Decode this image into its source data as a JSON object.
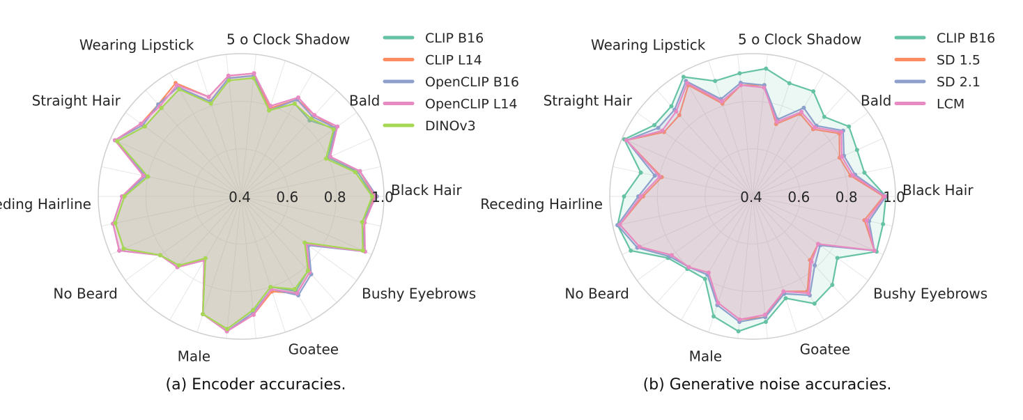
{
  "chart_data": [
    {
      "type": "radar",
      "caption": "(a) Encoder accuracies.",
      "categories": [
        "Black Hair",
        "Bald",
        "5 o Clock Shadow",
        "Wearing Lipstick",
        "Straight Hair",
        "Receding Hairline",
        "No Beard",
        "Male",
        "Goatee",
        "Bushy Eyebrows"
      ],
      "radial_ticks": [
        "0.4",
        "0.6",
        "0.8",
        "1.0"
      ],
      "rlim": [
        0.4,
        1.0
      ],
      "grid": true,
      "legend_position": "upper-right",
      "series": [
        {
          "name": "CLIP B16",
          "color": "#66c2a5",
          "values": [
            0.955,
            0.9,
            0.8,
            0.885,
            0.83,
            0.85,
            0.78,
            0.91,
            0.9,
            0.82,
            0.92,
            0.9,
            0.9,
            0.97,
            0.8,
            0.89,
            0.94,
            0.94,
            0.82,
            0.79,
            0.7,
            0.92,
            0.96,
            0.88,
            0.8,
            0.86,
            0.82,
            0.74,
            0.96,
            0.92
          ]
        },
        {
          "name": "CLIP L14",
          "color": "#fc8d62",
          "values": [
            0.96,
            0.91,
            0.81,
            0.89,
            0.86,
            0.87,
            0.79,
            0.92,
            0.91,
            0.84,
            0.95,
            0.92,
            0.92,
            0.98,
            0.82,
            0.9,
            0.95,
            0.96,
            0.82,
            0.8,
            0.71,
            0.92,
            0.97,
            0.9,
            0.82,
            0.87,
            0.83,
            0.74,
            0.96,
            0.93
          ]
        },
        {
          "name": "OpenCLIP B16",
          "color": "#8da0cb",
          "values": [
            0.97,
            0.91,
            0.81,
            0.89,
            0.85,
            0.87,
            0.78,
            0.91,
            0.9,
            0.82,
            0.93,
            0.92,
            0.91,
            0.98,
            0.81,
            0.9,
            0.95,
            0.96,
            0.82,
            0.8,
            0.71,
            0.92,
            0.97,
            0.89,
            0.81,
            0.88,
            0.84,
            0.75,
            0.97,
            0.92
          ]
        },
        {
          "name": "OpenCLIP L14",
          "color": "#e78ac3",
          "values": [
            0.965,
            0.91,
            0.81,
            0.9,
            0.86,
            0.88,
            0.8,
            0.92,
            0.91,
            0.84,
            0.94,
            0.91,
            0.92,
            0.98,
            0.82,
            0.9,
            0.95,
            0.96,
            0.82,
            0.8,
            0.71,
            0.92,
            0.97,
            0.9,
            0.81,
            0.87,
            0.83,
            0.74,
            0.97,
            0.93
          ]
        },
        {
          "name": "DINOv3",
          "color": "#a6d854",
          "values": [
            0.95,
            0.89,
            0.79,
            0.88,
            0.84,
            0.85,
            0.78,
            0.9,
            0.89,
            0.81,
            0.92,
            0.9,
            0.9,
            0.97,
            0.8,
            0.89,
            0.94,
            0.94,
            0.82,
            0.79,
            0.7,
            0.92,
            0.96,
            0.88,
            0.8,
            0.85,
            0.82,
            0.73,
            0.96,
            0.92
          ]
        }
      ]
    },
    {
      "type": "radar",
      "caption": "(b) Generative noise accuracies.",
      "categories": [
        "Black Hair",
        "Bald",
        "5 o Clock Shadow",
        "Wearing Lipstick",
        "Straight Hair",
        "Receding Hairline",
        "No Beard",
        "Male",
        "Goatee",
        "Bushy Eyebrows"
      ],
      "radial_ticks": [
        "0.4",
        "0.6",
        "0.8",
        "1.0"
      ],
      "rlim": [
        0.4,
        1.0
      ],
      "grid": true,
      "legend_position": "upper-right",
      "series": [
        {
          "name": "CLIP B16",
          "color": "#66c2a5",
          "values": [
            0.96,
            0.88,
            0.88,
            0.9,
            0.85,
            0.91,
            0.9,
            0.94,
            0.92,
            0.91,
            0.98,
            0.91,
            0.91,
            0.99,
            0.88,
            0.94,
            0.98,
            0.96,
            0.84,
            0.81,
            0.8,
            0.93,
            0.97,
            0.93,
            0.85,
            0.92,
            0.9,
            0.84,
            0.97,
            0.96
          ]
        },
        {
          "name": "SD 1.5",
          "color": "#fc8d62",
          "values": [
            0.95,
            0.82,
            0.8,
            0.85,
            0.78,
            0.8,
            0.72,
            0.87,
            0.87,
            0.81,
            0.94,
            0.86,
            0.86,
            0.98,
            0.79,
            0.86,
            0.97,
            0.92,
            0.82,
            0.8,
            0.77,
            0.87,
            0.92,
            0.91,
            0.82,
            0.86,
            0.76,
            0.74,
            0.96,
            0.88
          ]
        },
        {
          "name": "SD 2.1",
          "color": "#8da0cb",
          "values": [
            0.96,
            0.84,
            0.82,
            0.87,
            0.8,
            0.83,
            0.74,
            0.87,
            0.88,
            0.83,
            0.96,
            0.89,
            0.89,
            0.98,
            0.82,
            0.88,
            0.98,
            0.93,
            0.83,
            0.8,
            0.78,
            0.88,
            0.93,
            0.91,
            0.83,
            0.88,
            0.79,
            0.75,
            0.96,
            0.9
          ]
        },
        {
          "name": "LCM",
          "color": "#e78ac3",
          "values": [
            0.955,
            0.83,
            0.81,
            0.86,
            0.79,
            0.81,
            0.73,
            0.86,
            0.87,
            0.82,
            0.95,
            0.88,
            0.87,
            0.98,
            0.8,
            0.87,
            0.97,
            0.92,
            0.82,
            0.8,
            0.77,
            0.87,
            0.92,
            0.9,
            0.82,
            0.87,
            0.77,
            0.74,
            0.96,
            0.89
          ]
        }
      ]
    }
  ]
}
